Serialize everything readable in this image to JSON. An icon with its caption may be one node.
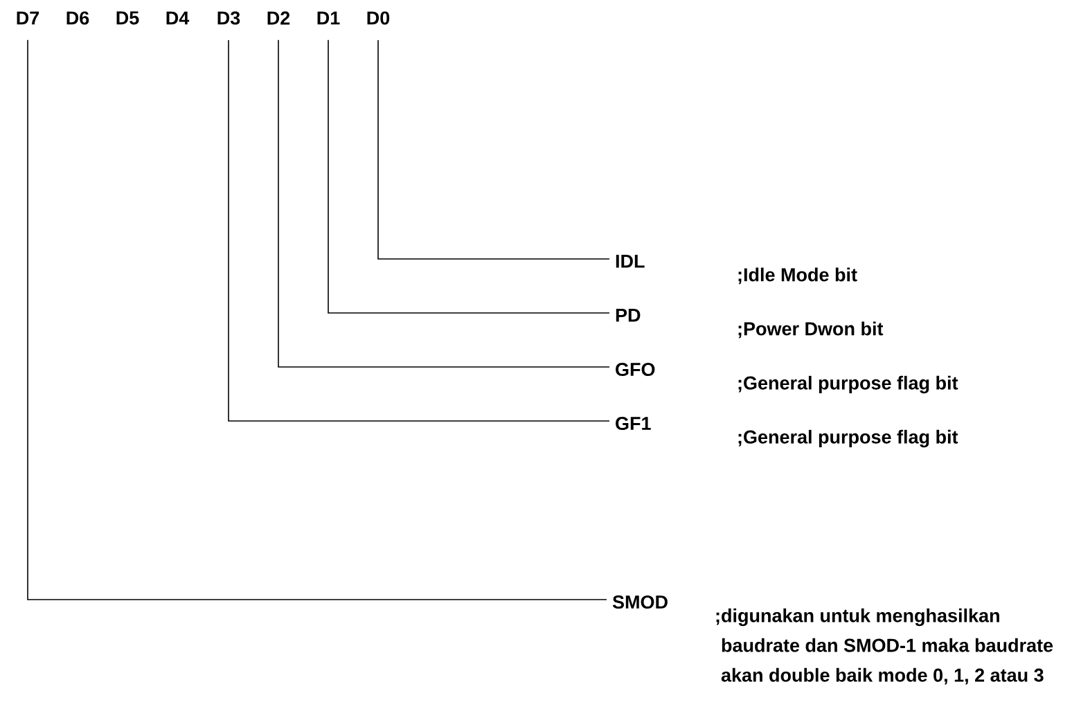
{
  "diagram": {
    "nodes": [
      {
        "text": [
          "D7"
        ]
      },
      {
        "text": [
          "D6"
        ]
      },
      {
        "text": [
          "D5"
        ]
      },
      {
        "text": [
          "D4"
        ]
      },
      {
        "text": [
          "D3"
        ]
      },
      {
        "text": [
          "D2"
        ]
      },
      {
        "text": [
          "D1"
        ]
      },
      {
        "text": [
          "D0"
        ]
      },
      {
        "text": [
          "IDL",
          ";Idle Mode bit"
        ]
      },
      {
        "text": [
          "PD",
          ";Power Dwon bit"
        ]
      },
      {
        "text": [
          "GFO",
          ";General purpose flag bit"
        ]
      },
      {
        "text": [
          "GF1",
          ";General purpose flag bit"
        ]
      },
      {
        "text": [
          "SMOD",
          ";digunakan untuk menghasilkan baudrate dan SMOD-1 maka baudrate akan double baik mode 0, 1, 2 atau 3"
        ]
      }
    ],
    "edges": [
      {
        "from": 7,
        "to": 8,
        "arrow": "none"
      },
      {
        "from": 6,
        "to": 9,
        "arrow": "none"
      },
      {
        "from": 5,
        "to": 10,
        "arrow": "none"
      },
      {
        "from": 4,
        "to": 11,
        "arrow": "none"
      },
      {
        "from": 0,
        "to": 12,
        "arrow": "none"
      }
    ]
  }
}
